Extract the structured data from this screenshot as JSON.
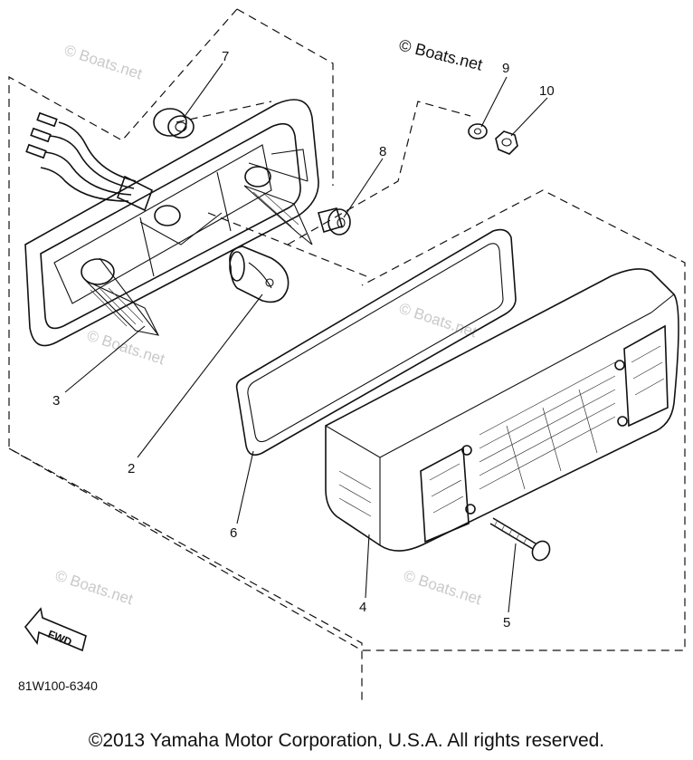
{
  "diagram": {
    "callouts": [
      "7",
      "8",
      "9",
      "10",
      "3",
      "2",
      "6",
      "4",
      "5"
    ],
    "watermark_main": "© Boats.net",
    "watermark_faint": "© Boats.net",
    "fwd_label": "FWD",
    "diagram_code": "81W100-6340",
    "copyright": "©2013 Yamaha Motor Corporation, U.S.A. All rights reserved."
  }
}
